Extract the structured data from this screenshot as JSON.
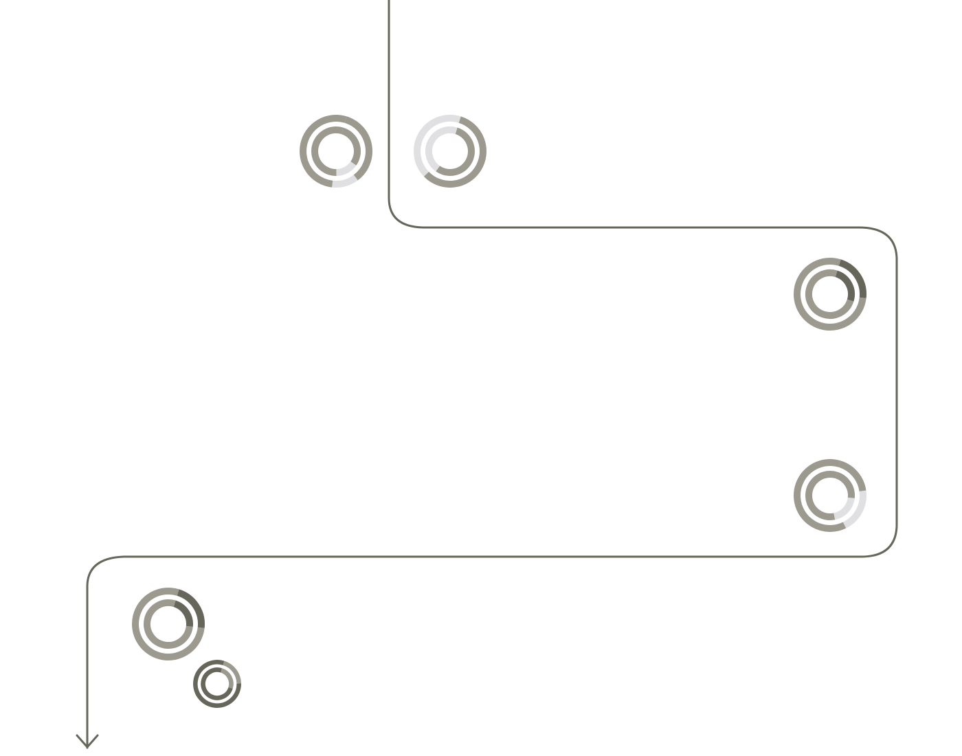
{
  "colors": {
    "background": "#ffffff",
    "path": "#67665b",
    "dark": "#67665b",
    "medium": "#9c9a8f",
    "light": "#e0e0e2",
    "gap": "#ffffff"
  },
  "path": {
    "icon": "arrow-down-icon",
    "description_of_segments": [
      "down",
      "right",
      "down",
      "left",
      "down"
    ]
  },
  "markers": [
    {
      "name": "marker-1",
      "icon": "concentric-ring-gauge-icon",
      "outer_ring": [
        {
          "fraction": 0.35,
          "color": "medium"
        },
        {
          "fraction": 0.12,
          "color": "light"
        },
        {
          "fraction": 0.53,
          "color": "medium"
        }
      ],
      "inner_ring": [
        {
          "fraction": 0.3,
          "color": "medium"
        },
        {
          "fraction": 0.15,
          "color": "light"
        },
        {
          "fraction": 0.55,
          "color": "medium"
        }
      ]
    },
    {
      "name": "marker-2",
      "icon": "concentric-ring-gauge-icon",
      "outer_ring": [
        {
          "fraction": 0.58,
          "color": "medium"
        },
        {
          "fraction": 0.42,
          "color": "light"
        }
      ],
      "inner_ring": [
        {
          "fraction": 0.55,
          "color": "medium"
        },
        {
          "fraction": 0.45,
          "color": "light"
        }
      ]
    },
    {
      "name": "marker-3",
      "icon": "concentric-ring-gauge-icon",
      "outer_ring": [
        {
          "fraction": 0.22,
          "color": "dark"
        },
        {
          "fraction": 0.78,
          "color": "medium"
        }
      ],
      "inner_ring": [
        {
          "fraction": 0.25,
          "color": "dark"
        },
        {
          "fraction": 0.75,
          "color": "medium"
        }
      ]
    },
    {
      "name": "marker-4",
      "icon": "concentric-ring-gauge-icon",
      "outer_ring": [
        {
          "fraction": 0.18,
          "color": "medium"
        },
        {
          "fraction": 0.2,
          "color": "light"
        },
        {
          "fraction": 0.62,
          "color": "medium"
        }
      ],
      "inner_ring": [
        {
          "fraction": 0.22,
          "color": "medium"
        },
        {
          "fraction": 0.2,
          "color": "light"
        },
        {
          "fraction": 0.58,
          "color": "medium"
        }
      ]
    },
    {
      "name": "marker-5",
      "icon": "concentric-ring-gauge-icon",
      "outer_ring": [
        {
          "fraction": 0.22,
          "color": "dark"
        },
        {
          "fraction": 0.78,
          "color": "medium"
        }
      ],
      "inner_ring": [
        {
          "fraction": 0.22,
          "color": "dark"
        },
        {
          "fraction": 0.78,
          "color": "medium"
        }
      ]
    },
    {
      "name": "marker-6",
      "icon": "concentric-ring-gauge-icon",
      "outer_ring": [
        {
          "fraction": 0.2,
          "color": "medium"
        },
        {
          "fraction": 0.8,
          "color": "dark"
        }
      ],
      "inner_ring": [
        {
          "fraction": 0.25,
          "color": "medium"
        },
        {
          "fraction": 0.75,
          "color": "dark"
        }
      ]
    }
  ]
}
